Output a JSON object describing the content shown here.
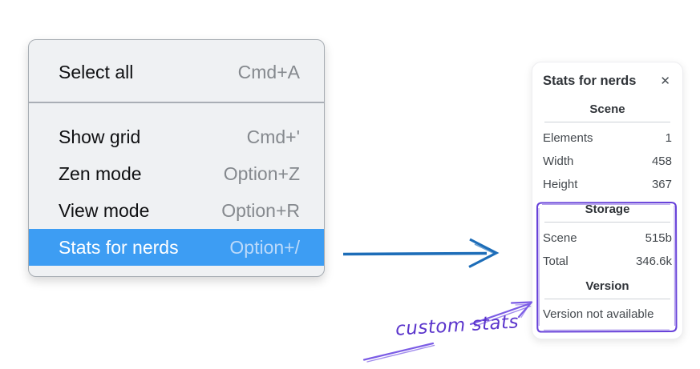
{
  "context_menu": {
    "items": [
      {
        "label": "Select all",
        "shortcut": "Cmd+A",
        "highlighted": false
      },
      {
        "label": "Show grid",
        "shortcut": "Cmd+'",
        "highlighted": false
      },
      {
        "label": "Zen mode",
        "shortcut": "Option+Z",
        "highlighted": false
      },
      {
        "label": "View mode",
        "shortcut": "Option+R",
        "highlighted": false
      },
      {
        "label": "Stats for nerds",
        "shortcut": "Option+/",
        "highlighted": true
      }
    ],
    "highlight_color": "#3d9df3"
  },
  "stats_panel": {
    "title": "Stats for nerds",
    "close_glyph": "✕",
    "sections": {
      "scene": {
        "heading": "Scene",
        "rows": [
          {
            "label": "Elements",
            "value": "1"
          },
          {
            "label": "Width",
            "value": "458"
          },
          {
            "label": "Height",
            "value": "367"
          }
        ]
      },
      "storage": {
        "heading": "Storage",
        "rows": [
          {
            "label": "Scene",
            "value": "515b"
          },
          {
            "label": "Total",
            "value": "346.6k"
          }
        ]
      },
      "version": {
        "heading": "Version",
        "note": "Version not available"
      }
    }
  },
  "annotations": {
    "label": "custom stats",
    "blue_arrow_color": "#1d6db8",
    "purple_box_color": "#6741d9",
    "purple_arrow_color": "#7b5ce5",
    "label_color": "#5b35cc"
  }
}
